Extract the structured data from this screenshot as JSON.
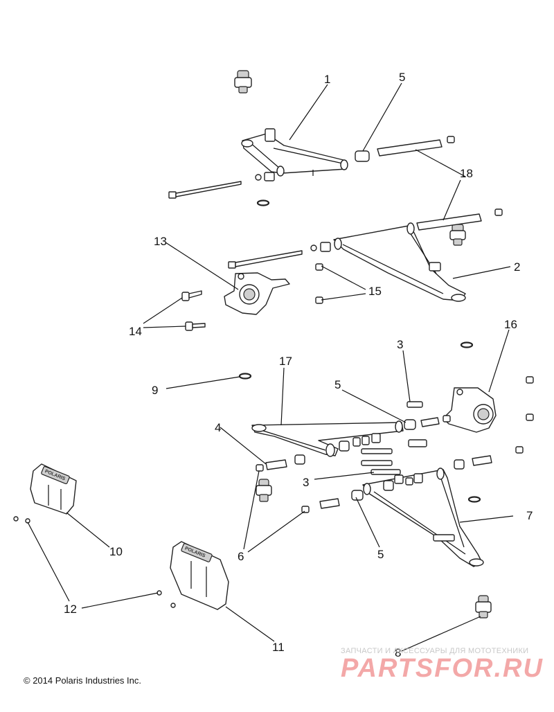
{
  "diagram": {
    "callouts": {
      "c1": "1",
      "c2": "2",
      "c3a": "3",
      "c3b": "3",
      "c4": "4",
      "c5a": "5",
      "c5b": "5",
      "c5c": "5",
      "c6": "6",
      "c7": "7",
      "c8": "8",
      "c9": "9",
      "c10": "10",
      "c11": "11",
      "c12": "12",
      "c13": "13",
      "c14": "14",
      "c15": "15",
      "c16": "16",
      "c17": "17",
      "c18": "18"
    },
    "guard_brand": "POLARIS"
  },
  "footer": {
    "copyright": "© 2014 Polaris Industries Inc."
  },
  "watermark": {
    "tagline": "ЗАПЧАСТИ И АКСЕССУАРЫ ДЛЯ МОТОТЕХНИКИ",
    "logo": "PARTSFOR.RU"
  }
}
